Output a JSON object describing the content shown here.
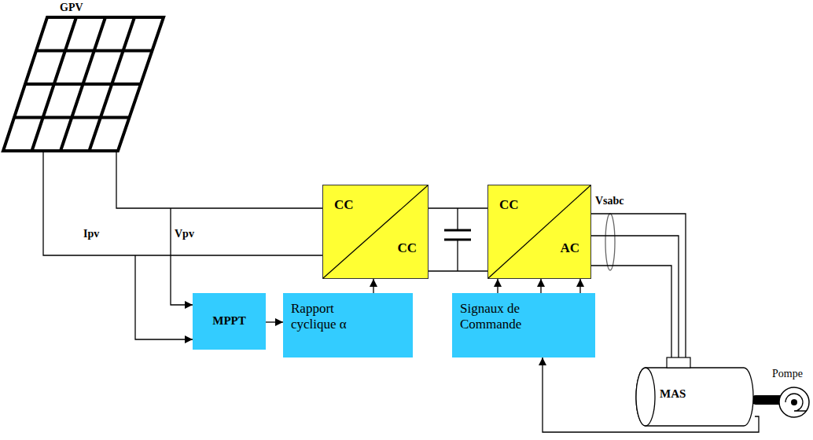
{
  "diagram": {
    "nodes": [
      {
        "text": [
          "CC",
          "CC"
        ]
      },
      {
        "text": [
          "CC",
          "AC"
        ]
      },
      {
        "text": [
          "MPPT"
        ]
      },
      {
        "text": [
          "Rapport cyclique α"
        ]
      },
      {
        "text": [
          "Signaux de Commande"
        ]
      },
      {
        "text": [
          "MAS"
        ]
      }
    ],
    "edges": [
      {
        "from": 2,
        "to": 3,
        "arrow": "to"
      },
      {
        "from": 3,
        "to": 0,
        "arrow": "to"
      },
      {
        "from": 4,
        "to": 1,
        "arrow": "to"
      },
      {
        "from": 4,
        "to": 1,
        "arrow": "to"
      },
      {
        "from": 4,
        "to": 1,
        "arrow": "to"
      },
      {
        "from": 5,
        "to": 4,
        "arrow": "to"
      },
      {
        "from": 0,
        "to": 1,
        "arrow": "none"
      },
      {
        "from": 0,
        "to": 1,
        "arrow": "none"
      },
      {
        "from": 1,
        "to": 5,
        "arrow": "none"
      },
      {
        "from": 1,
        "to": 5,
        "arrow": "none"
      },
      {
        "from": 1,
        "to": 5,
        "arrow": "none"
      }
    ],
    "labels": [
      "GPV",
      "Ipv",
      "Vpv",
      "Vsabc",
      "Pompe"
    ]
  }
}
